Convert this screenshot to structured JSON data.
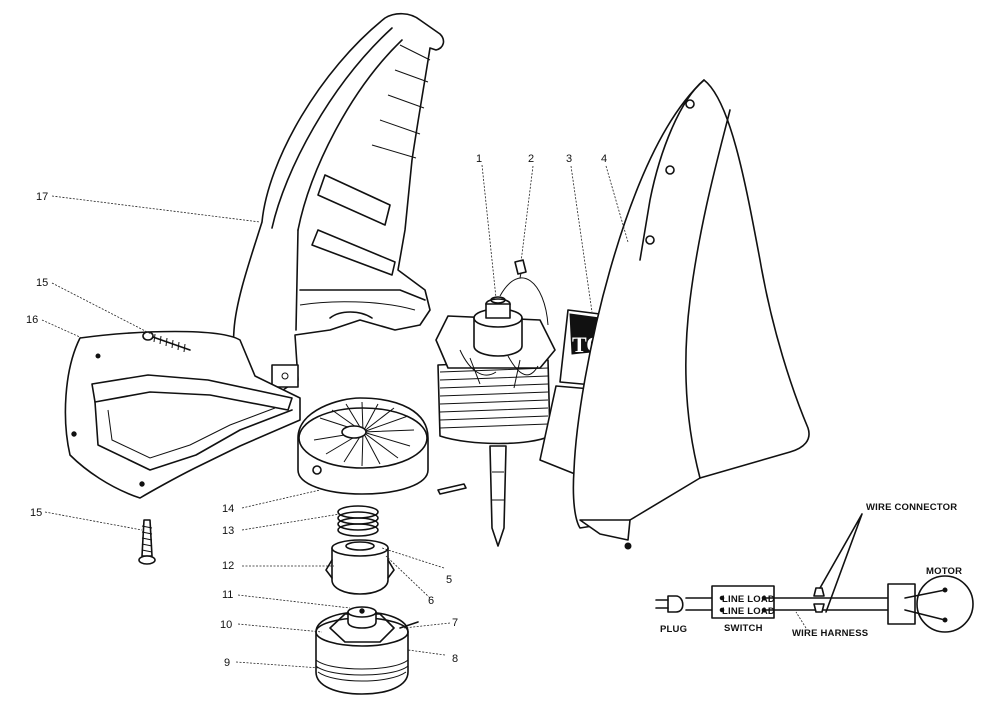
{
  "callouts": [
    {
      "id": "c1",
      "text": "1"
    },
    {
      "id": "c2",
      "text": "2"
    },
    {
      "id": "c3",
      "text": "3"
    },
    {
      "id": "c4",
      "text": "4"
    },
    {
      "id": "c5",
      "text": "5"
    },
    {
      "id": "c6",
      "text": "6"
    },
    {
      "id": "c7",
      "text": "7"
    },
    {
      "id": "c8",
      "text": "8"
    },
    {
      "id": "c9",
      "text": "9"
    },
    {
      "id": "c10",
      "text": "10"
    },
    {
      "id": "c11",
      "text": "11"
    },
    {
      "id": "c12",
      "text": "12"
    },
    {
      "id": "c13",
      "text": "13"
    },
    {
      "id": "c14",
      "text": "14"
    },
    {
      "id": "c15a",
      "text": "15"
    },
    {
      "id": "c15b",
      "text": "15"
    },
    {
      "id": "c16",
      "text": "16"
    },
    {
      "id": "c17",
      "text": "17"
    }
  ],
  "decal_text": "TO",
  "wiring": {
    "wire_connector": "WIRE CONNECTOR",
    "motor": "MOTOR",
    "plug": "PLUG",
    "switch": "SWITCH",
    "line_load_top": "LINE LOAD",
    "line_load_bottom": "LINE LOAD",
    "wire_harness": "WIRE HARNESS"
  }
}
